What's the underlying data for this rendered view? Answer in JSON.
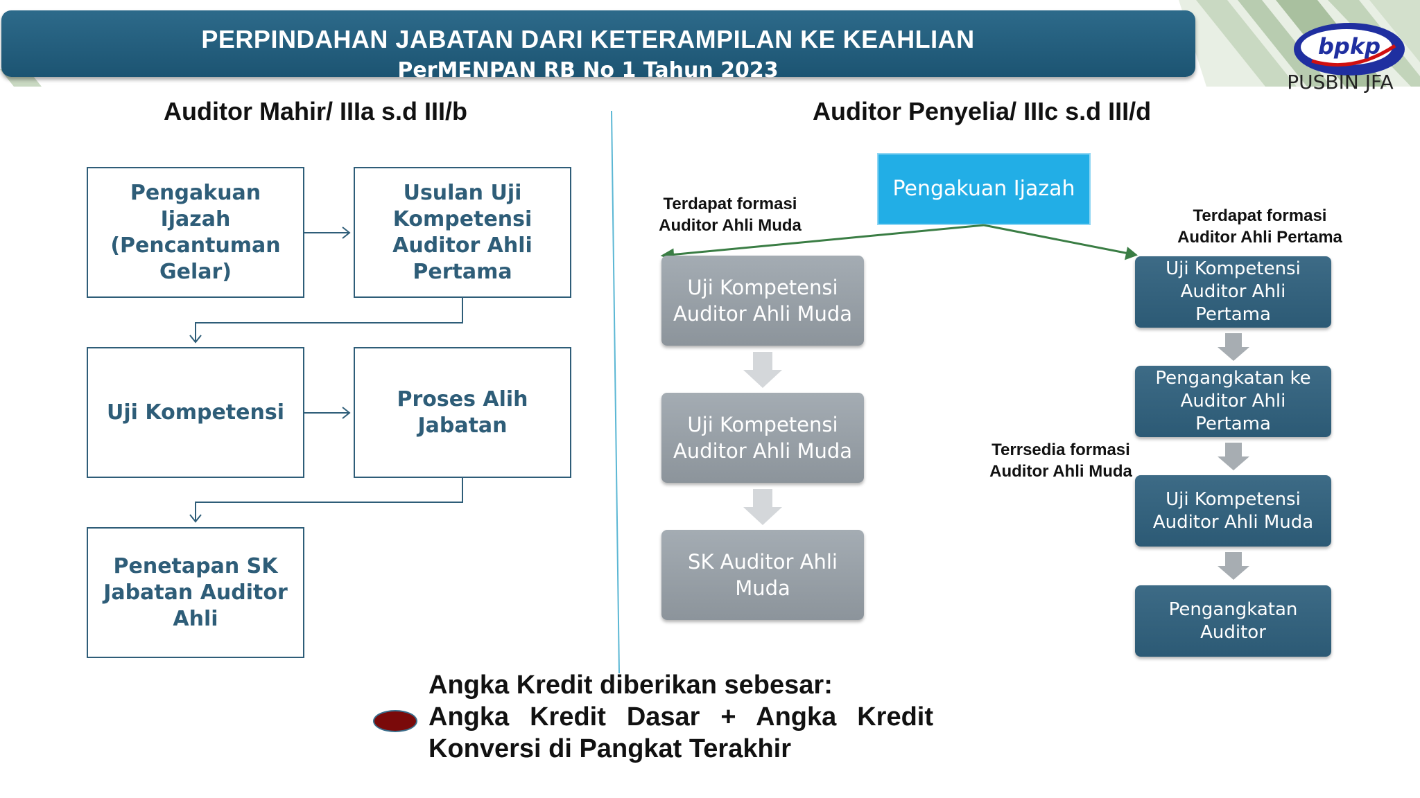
{
  "header": {
    "title": "PERPINDAHAN  JABATAN DARI KETERAMPILAN KE KEAHLIAN",
    "subtitle": "PerMENPAN RB No 1 Tahun 2023",
    "logo_text": "bpkp",
    "logo_caption": "PUSBIN JFA"
  },
  "left": {
    "title": "Auditor Mahir/ IIIa s.d III/b",
    "boxes": [
      "Pengakuan Ijazah (Pencantuman Gelar)",
      "Usulan Uji Kompetensi Auditor Ahli Pertama",
      "Uji Kompetensi",
      "Proses  Alih Jabatan",
      "Penetapan SK Jabatan Auditor Ahli"
    ]
  },
  "right": {
    "title": "Auditor Penyelia/ IIIc s.d III/d",
    "top_box": "Pengakuan Ijazah",
    "note_left": "Terdapat formasi Auditor Ahli Muda",
    "note_right": "Terdapat formasi Auditor Ahli Pertama",
    "note_middle": "Terrsedia formasi Auditor Ahli Muda",
    "left_column": [
      "Uji Kompetensi Auditor Ahli Muda",
      "Uji Kompetensi Auditor Ahli Muda",
      "SK Auditor Ahli Muda"
    ],
    "right_column": [
      "Uji Kompetensi Auditor Ahli Pertama",
      "Pengangkatan ke Auditor Ahli Pertama",
      "Uji Kompetensi Auditor Ahli Muda",
      "Pengangkatan Auditor"
    ]
  },
  "bottom": {
    "line1": "Angka Kredit diberikan sebesar:",
    "line2": "Angka  Kredit  Dasar  +  Angka  Kredit",
    "line3": "Konversi di Pangkat Terakhir"
  },
  "colors": {
    "header_bar": "#1c5472",
    "box_border": "#2e5d78",
    "cyan_box": "#22aee6",
    "grey_box": "#9aa2a9",
    "navy_box": "#2c5a75",
    "green_line": "#3a7d44",
    "bullet": "#7a0a0a"
  }
}
